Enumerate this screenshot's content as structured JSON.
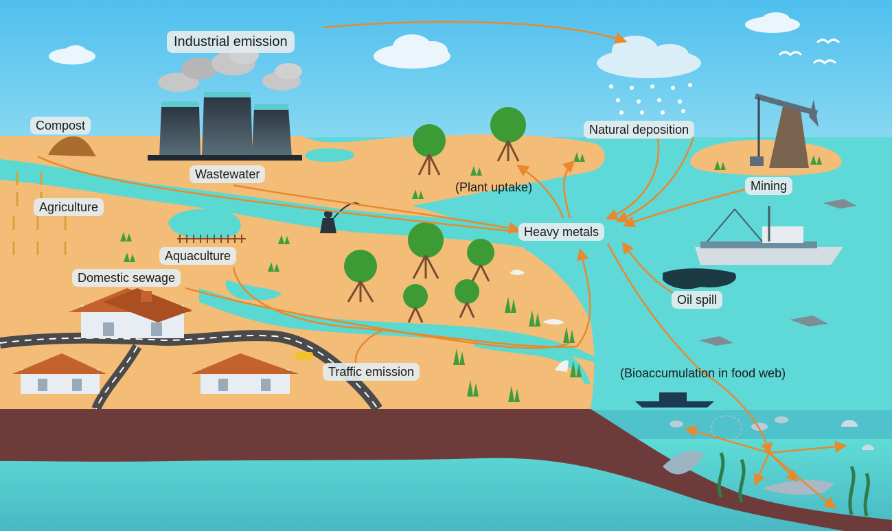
{
  "labels": {
    "industrial_emission": "Industrial emission",
    "compost": "Compost",
    "wastewater": "Wastewater",
    "agriculture": "Agriculture",
    "aquaculture": "Aquaculture",
    "domestic_sewage": "Domestic sewage",
    "traffic_emission": "Traffic emission",
    "plant_uptake": "(Plant uptake)",
    "natural_deposition": "Natural deposition",
    "heavy_metals": "Heavy metals",
    "mining": "Mining",
    "oil_spill": "Oil spill",
    "bioaccumulation": "(Bioaccumulation in food web)"
  },
  "colors": {
    "sky": "#5cc8ee",
    "sea": "#5fd8d8",
    "land": "#f3bd78",
    "water_channel": "#57d6d2",
    "sediment": "#6e3b3b",
    "deep_sea": "#49b8c6",
    "arrow": "#e8892e",
    "road": "#4a4a4a",
    "tree": "#3d9b35",
    "label_bg": "#e4ecee"
  },
  "icons": [
    "factory-icon",
    "cloud-icon",
    "rain-icon",
    "oil-pump-icon",
    "ship-icon",
    "house-icon",
    "mangrove-icon",
    "bird-icon",
    "fish-icon",
    "dolphin-icon",
    "shark-icon",
    "jellyfish-icon",
    "car-icon",
    "fisherman-icon",
    "oil-slick-icon",
    "seaweed-icon"
  ]
}
